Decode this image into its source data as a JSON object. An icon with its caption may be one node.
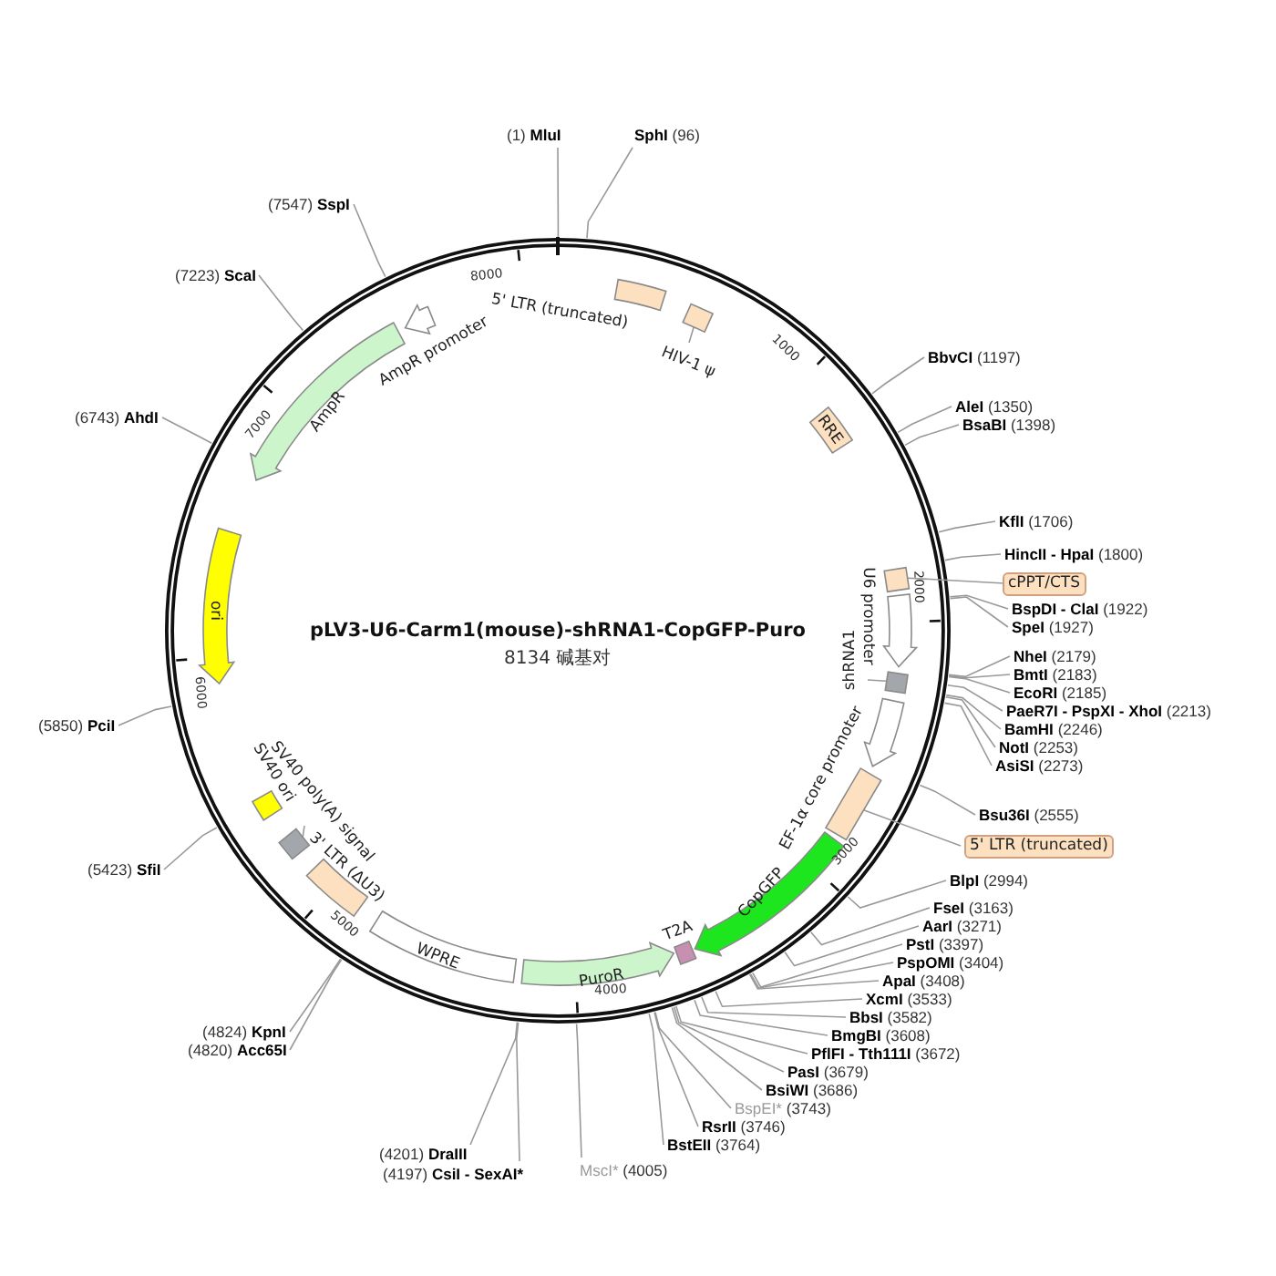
{
  "diagram": {
    "title": "pLV3-U6-Carm1(mouse)-shRNA1-CopGFP-Puro",
    "nodes": [
      {
        "text": [
          "5' LTR (truncated)"
        ]
      },
      {
        "text": [],
        "shape": "box"
      },
      {
        "text": [
          "HIV-1 ψ"
        ]
      },
      {
        "text": [
          "RRE"
        ]
      },
      {
        "text": [],
        "shape": "box"
      },
      {
        "text": [
          "U6 promoter"
        ]
      },
      {
        "text": [],
        "shape": "box"
      },
      {
        "text": [
          "shRNA1"
        ]
      },
      {
        "text": [
          "EF-1α core promoter"
        ]
      },
      {
        "text": [],
        "shape": "box"
      },
      {
        "text": [
          "CopGFP"
        ]
      },
      {
        "text": [
          "T2A"
        ]
      },
      {
        "text": [
          "PuroR"
        ]
      },
      {
        "text": [
          "WPRE"
        ]
      },
      {
        "text": [
          "3' LTR (ΔU3)"
        ]
      },
      {
        "text": [],
        "shape": "box"
      },
      {
        "text": [
          "SV40 poly(A) signal"
        ]
      },
      {
        "text": [
          "SV40 ori"
        ]
      },
      {
        "text": [
          "ori"
        ]
      },
      {
        "text": [
          "AmpR"
        ]
      },
      {
        "text": [
          "AmpR promoter"
        ]
      },
      {
        "text": [
          "cPPT/CTS"
        ]
      },
      {
        "text": [
          "5' LTR (truncated)"
        ]
      },
      {
        "text": [
          "(1)",
          "MluI"
        ]
      },
      {
        "text": [
          "SphI",
          "(96)"
        ]
      },
      {
        "text": [
          "BbvCI",
          "(1197)"
        ]
      },
      {
        "text": [
          "AleI",
          "(1350)"
        ]
      },
      {
        "text": [
          "BsaBI",
          "(1398)"
        ]
      },
      {
        "text": [
          "KflI",
          "(1706)"
        ]
      },
      {
        "text": [
          "HincII - HpaI",
          "(1800)"
        ]
      },
      {
        "text": [
          "BspDI - ClaI",
          "(1922)"
        ]
      },
      {
        "text": [
          "SpeI",
          "(1927)"
        ]
      },
      {
        "text": [
          "NheI",
          "(2179)"
        ]
      },
      {
        "text": [
          "BmtI",
          "(2183)"
        ]
      },
      {
        "text": [
          "EcoRI",
          "(2185)"
        ]
      },
      {
        "text": [
          "PaeR7I - PspXI - XhoI",
          "(2213)"
        ]
      },
      {
        "text": [
          "BamHI",
          "(2246)"
        ]
      },
      {
        "text": [
          "NotI",
          "(2253)"
        ]
      },
      {
        "text": [
          "AsiSI",
          "(2273)"
        ]
      },
      {
        "text": [
          "Bsu36I",
          "(2555)"
        ]
      },
      {
        "text": [
          "BlpI",
          "(2994)"
        ]
      },
      {
        "text": [
          "FseI",
          "(3163)"
        ]
      },
      {
        "text": [
          "AarI",
          "(3271)"
        ]
      },
      {
        "text": [
          "PstI",
          "(3397)"
        ]
      },
      {
        "text": [
          "PspOMI",
          "(3404)"
        ]
      },
      {
        "text": [
          "ApaI",
          "(3408)"
        ]
      },
      {
        "text": [
          "XcmI",
          "(3533)"
        ]
      },
      {
        "text": [
          "BbsI",
          "(3582)"
        ]
      },
      {
        "text": [
          "BmgBI",
          "(3608)"
        ]
      },
      {
        "text": [
          "PflFI - Tth111I",
          "(3672)"
        ]
      },
      {
        "text": [
          "PasI",
          "(3679)"
        ]
      },
      {
        "text": [
          "BsiWI",
          "(3686)"
        ]
      },
      {
        "text": [
          "BspEI*",
          "(3743)"
        ]
      },
      {
        "text": [
          "RsrII",
          "(3746)"
        ]
      },
      {
        "text": [
          "BstEII",
          "(3764)"
        ]
      },
      {
        "text": [
          "MscI*",
          "(4005)"
        ]
      },
      {
        "text": [
          "(4201)",
          "DraIII"
        ]
      },
      {
        "text": [
          "(4197)",
          "CsiI - SexAI*"
        ]
      },
      {
        "text": [
          "(4824)",
          "KpnI"
        ]
      },
      {
        "text": [
          "(4820)",
          "Acc65I"
        ]
      },
      {
        "text": [
          "(5423)",
          "SfiI"
        ]
      },
      {
        "text": [
          "(5850)",
          "PciI"
        ]
      },
      {
        "text": [
          "(6743)",
          "AhdI"
        ]
      },
      {
        "text": [
          "(7223)",
          "ScaI"
        ]
      },
      {
        "text": [
          "(7547)",
          "SspI"
        ]
      }
    ],
    "edges": [
      {
        "from": 23,
        "to": null,
        "arrow": "none"
      },
      {
        "from": 24,
        "to": null,
        "arrow": "none"
      },
      {
        "from": 25,
        "to": null,
        "arrow": "none"
      },
      {
        "from": 26,
        "to": null,
        "arrow": "none"
      },
      {
        "from": 27,
        "to": null,
        "arrow": "none"
      },
      {
        "from": 28,
        "to": null,
        "arrow": "none"
      },
      {
        "from": 29,
        "to": null,
        "arrow": "none"
      },
      {
        "from": 30,
        "to": null,
        "arrow": "none"
      },
      {
        "from": 31,
        "to": null,
        "arrow": "none"
      },
      {
        "from": 32,
        "to": null,
        "arrow": "none"
      },
      {
        "from": 33,
        "to": null,
        "arrow": "none"
      },
      {
        "from": 34,
        "to": null,
        "arrow": "none"
      },
      {
        "from": 35,
        "to": null,
        "arrow": "none"
      },
      {
        "from": 36,
        "to": null,
        "arrow": "none"
      },
      {
        "from": 37,
        "to": null,
        "arrow": "none"
      },
      {
        "from": 38,
        "to": null,
        "arrow": "none"
      },
      {
        "from": 39,
        "to": null,
        "arrow": "none"
      },
      {
        "from": 40,
        "to": null,
        "arrow": "none"
      },
      {
        "from": 41,
        "to": null,
        "arrow": "none"
      },
      {
        "from": 42,
        "to": null,
        "arrow": "none"
      },
      {
        "from": 43,
        "to": null,
        "arrow": "none"
      },
      {
        "from": 44,
        "to": null,
        "arrow": "none"
      },
      {
        "from": 45,
        "to": null,
        "arrow": "none"
      },
      {
        "from": 46,
        "to": null,
        "arrow": "none"
      },
      {
        "from": 47,
        "to": null,
        "arrow": "none"
      },
      {
        "from": 48,
        "to": null,
        "arrow": "none"
      },
      {
        "from": 49,
        "to": null,
        "arrow": "none"
      },
      {
        "from": 50,
        "to": null,
        "arrow": "none"
      },
      {
        "from": 51,
        "to": null,
        "arrow": "none"
      },
      {
        "from": 52,
        "to": null,
        "arrow": "none"
      },
      {
        "from": 53,
        "to": null,
        "arrow": "none"
      },
      {
        "from": 54,
        "to": null,
        "arrow": "none"
      },
      {
        "from": 55,
        "to": null,
        "arrow": "none"
      },
      {
        "from": 56,
        "to": null,
        "arrow": "none"
      },
      {
        "from": 57,
        "to": null,
        "arrow": "none"
      },
      {
        "from": 58,
        "to": null,
        "arrow": "none"
      },
      {
        "from": 59,
        "to": null,
        "arrow": "none"
      },
      {
        "from": 60,
        "to": null,
        "arrow": "none"
      },
      {
        "from": 61,
        "to": null,
        "arrow": "none"
      },
      {
        "from": 62,
        "to": null,
        "arrow": "none"
      },
      {
        "from": 63,
        "to": null,
        "arrow": "none"
      },
      {
        "from": 64,
        "to": null,
        "arrow": "none"
      },
      {
        "from": 21,
        "to": 4,
        "arrow": "none"
      },
      {
        "from": 22,
        "to": 9,
        "arrow": "none"
      },
      {
        "from": 2,
        "to": 1,
        "arrow": "none"
      },
      {
        "from": 7,
        "to": 6,
        "arrow": "none"
      },
      {
        "from": 16,
        "to": 15,
        "arrow": "none"
      }
    ],
    "labels": [
      "8134 碱基对",
      "1000",
      "2000",
      "3000",
      "4000",
      "5000",
      "6000",
      "7000",
      "8000"
    ]
  }
}
